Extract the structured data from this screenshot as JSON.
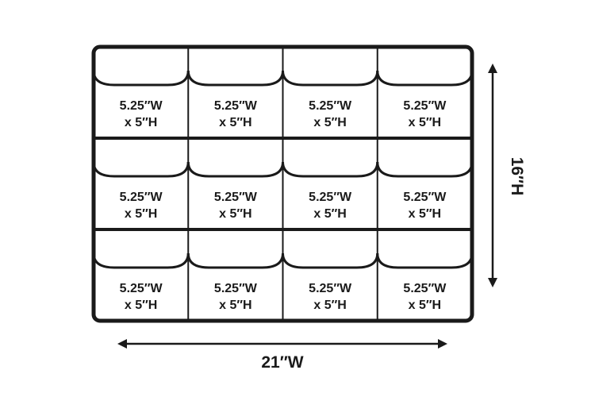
{
  "organizer": {
    "rows": 3,
    "columns": 4,
    "pocket_width_label": "5.25″W",
    "pocket_height_label": "x 5″H"
  },
  "dimensions": {
    "width_label": "21″W",
    "height_label": "16″H"
  },
  "colors": {
    "stroke": "#1a1a1a",
    "background": "#ffffff"
  }
}
